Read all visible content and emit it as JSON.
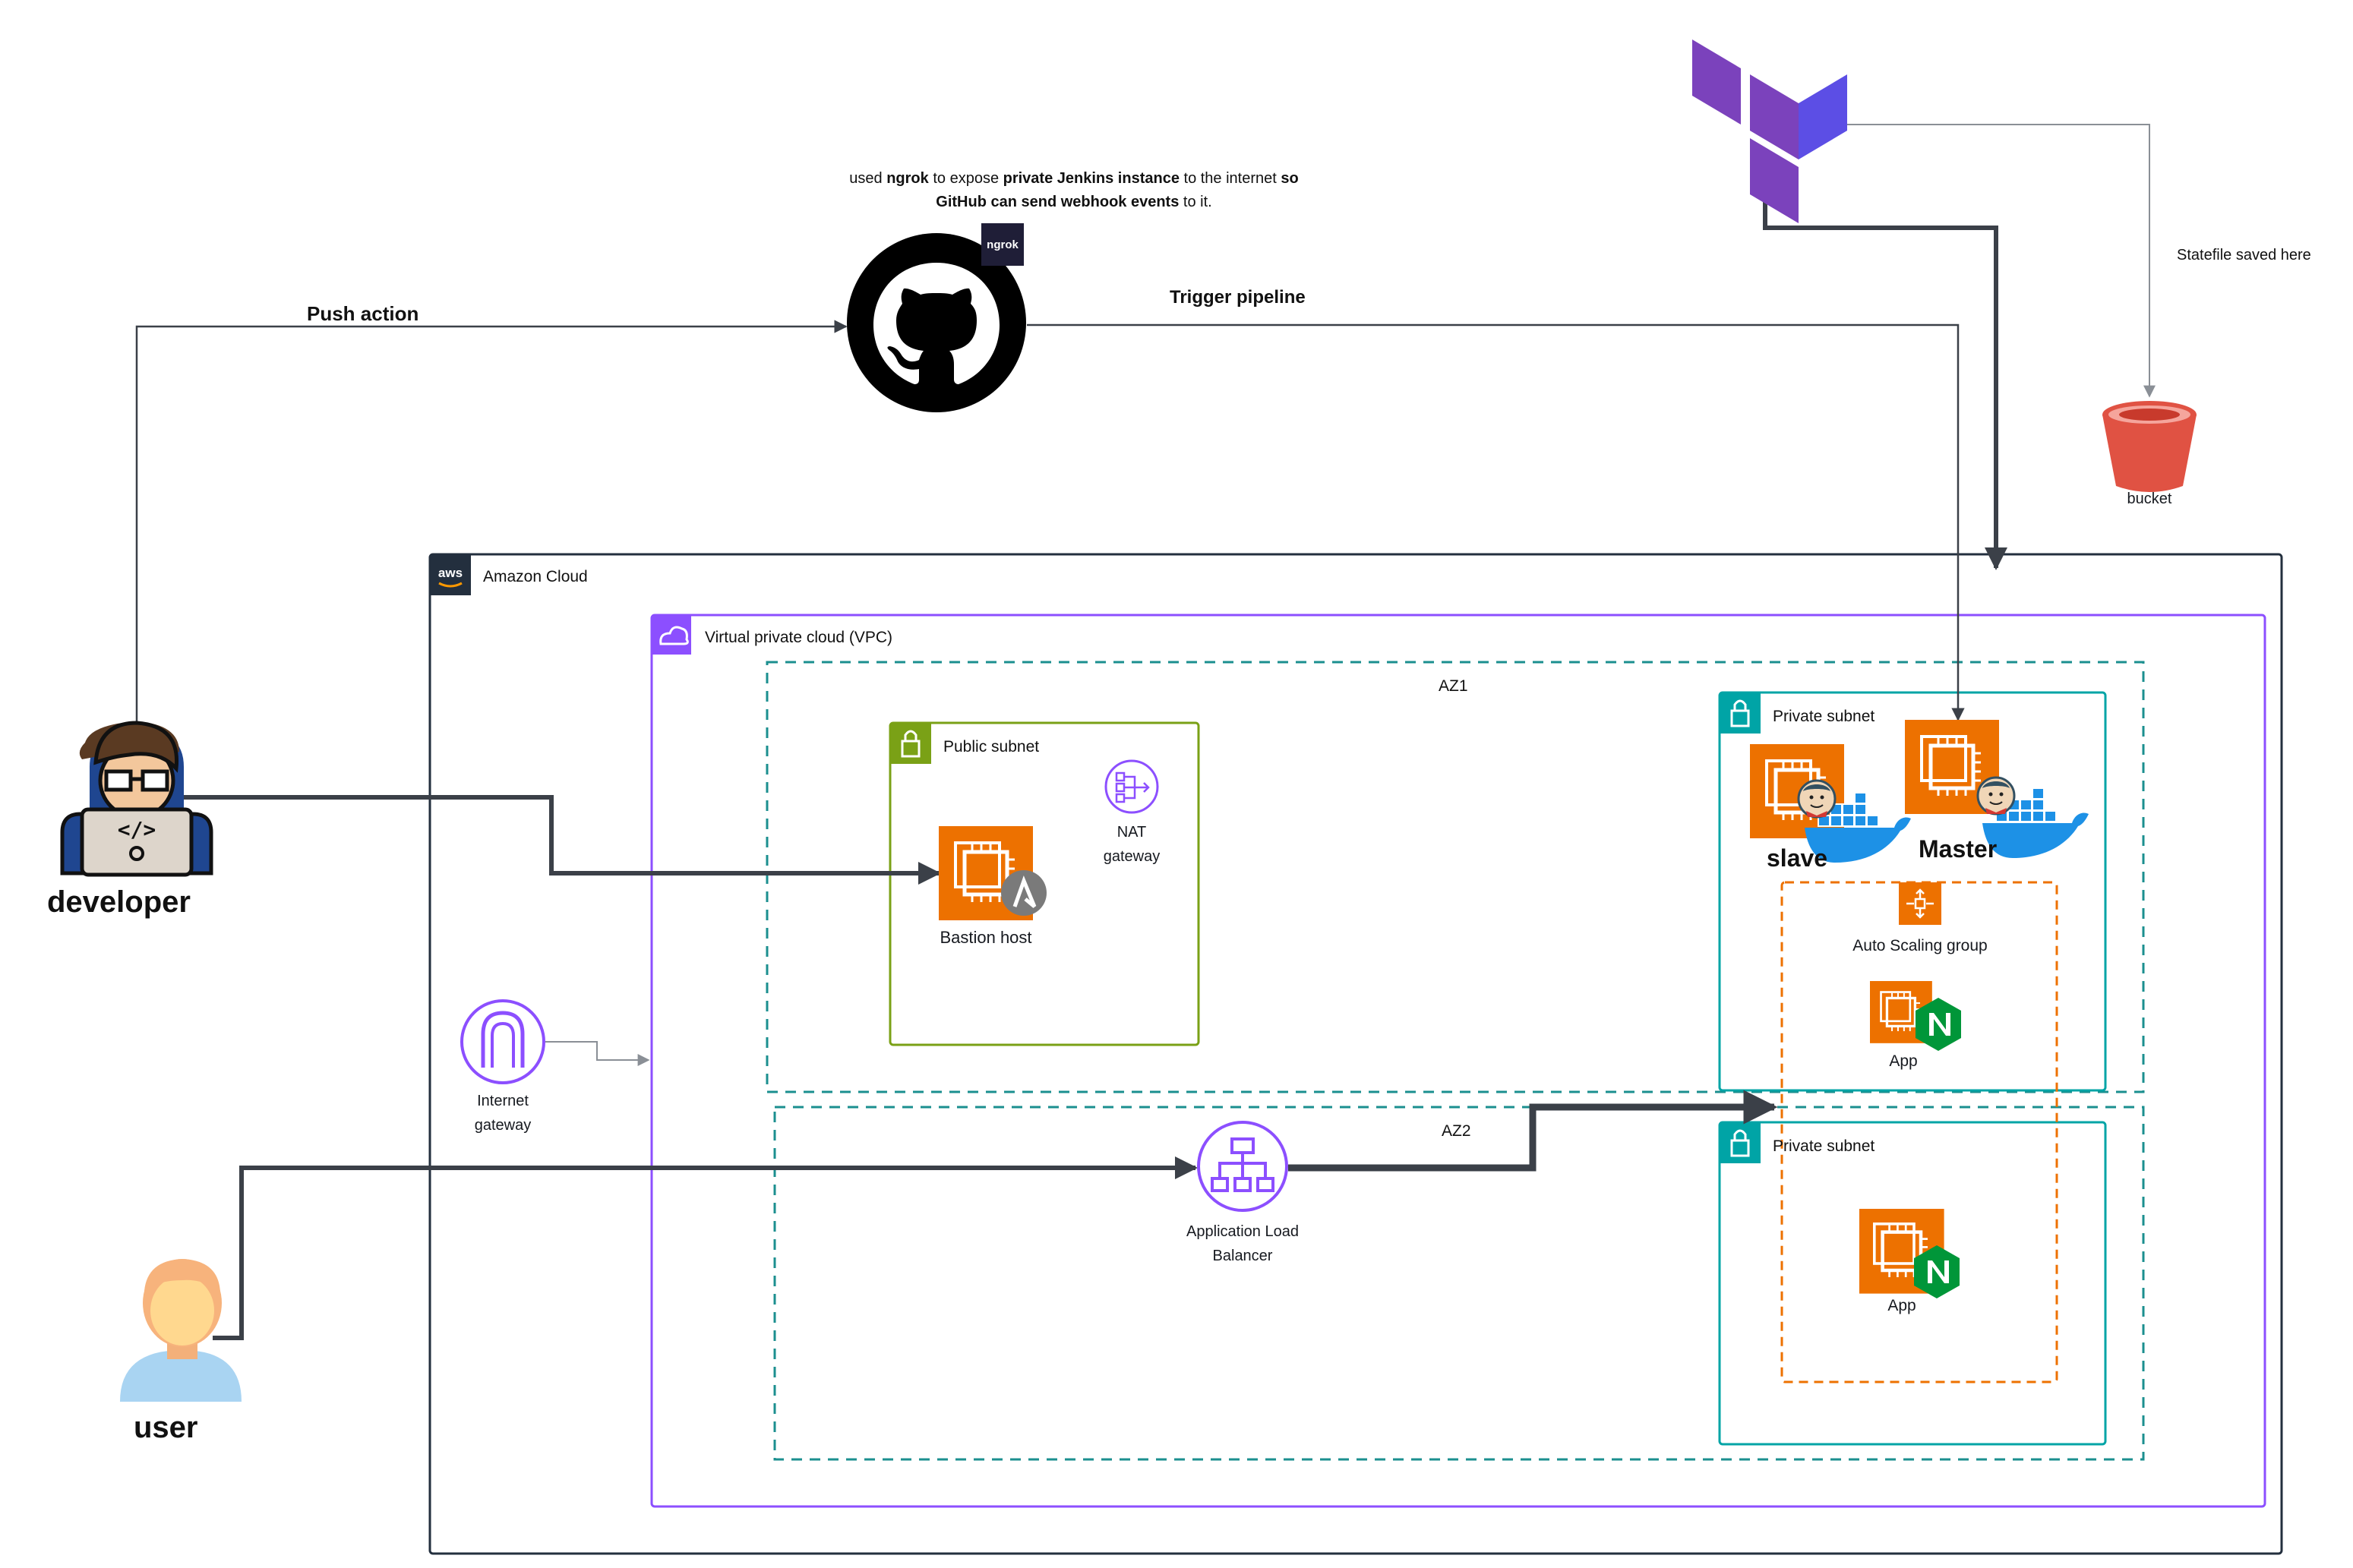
{
  "annotations": {
    "ngrok_note_parts": [
      "used ",
      "ngrok",
      " to expose ",
      "private Jenkins instance",
      " to the internet ",
      "so",
      "GitHub can send webhook events",
      " to it."
    ],
    "push_action": "Push action",
    "trigger_pipeline": "Trigger pipeline",
    "statefile": "Statefile saved here"
  },
  "actors": {
    "developer": "developer",
    "user": "user"
  },
  "badges": {
    "ngrok": "ngrok",
    "aws": "aws"
  },
  "storage": {
    "bucket": "bucket"
  },
  "groups": {
    "amazon_cloud": "Amazon Cloud",
    "vpc": "Virtual private cloud (VPC)",
    "az1": "AZ1",
    "az2": "AZ2",
    "public_subnet": "Public subnet",
    "private_subnet_1": "Private subnet",
    "private_subnet_2": "Private subnet",
    "auto_scaling": "Auto Scaling group"
  },
  "nodes": {
    "bastion_host": "Bastion host",
    "nat_gateway_line1": "NAT",
    "nat_gateway_line2": "gateway",
    "internet_gateway_line1": "Internet",
    "internet_gateway_line2": "gateway",
    "alb_line1": "Application Load",
    "alb_line2": "Balancer",
    "slave": "slave",
    "master": "Master",
    "app_1": "App",
    "app_2": "App"
  },
  "colors": {
    "aws_dark": "#232f3e",
    "vpc_purple": "#8c4fff",
    "az_teal": "#1b8f8f",
    "public_green": "#7aa116",
    "private_teal": "#00a4a6",
    "asg_orange": "#ed7100",
    "ec2_orange": "#ed7100",
    "terraform_purple": "#7b42bc",
    "bucket_red": "#e05243",
    "docker_blue": "#1d91e6",
    "nginx_green": "#009639"
  },
  "icons": [
    "terraform-icon",
    "github-icon",
    "ngrok-badge",
    "s3-bucket-icon",
    "aws-logo",
    "vpc-cloud-icon",
    "lock-icon",
    "ec2-instance-icon",
    "ansible-icon",
    "nat-gateway-icon",
    "internet-gateway-icon",
    "load-balancer-icon",
    "jenkins-icon",
    "docker-icon",
    "nginx-icon",
    "auto-scaling-icon",
    "developer-avatar",
    "user-avatar"
  ]
}
